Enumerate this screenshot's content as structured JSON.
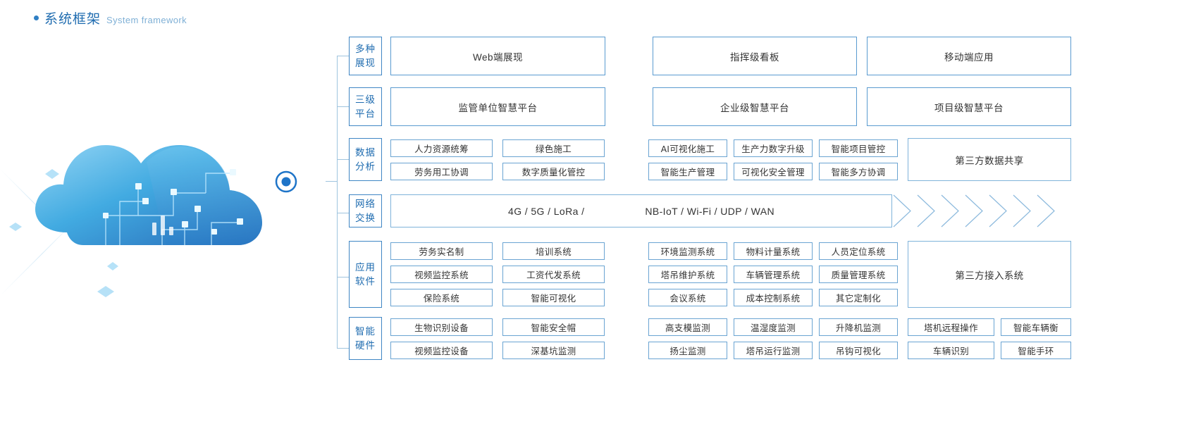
{
  "header": {
    "bullet_icon": "bullet-dot-icon",
    "title_cn": "系统框架",
    "title_en": "System framework"
  },
  "artwork": {
    "name": "cloud-network-illustration"
  },
  "rows": [
    {
      "key": "presentation",
      "label_line1": "多种",
      "label_line2": "展现",
      "boxes": [
        "Web端展现",
        "指挥级看板",
        "移动端应用"
      ]
    },
    {
      "key": "platform",
      "label_line1": "三级",
      "label_line2": "平台",
      "boxes": [
        "监管单位智慧平台",
        "企业级智慧平台",
        "项目级智慧平台"
      ]
    },
    {
      "key": "data-analysis",
      "label_line1": "数据",
      "label_line2": "分析",
      "left_grid": [
        [
          "人力资源统筹",
          "绿色施工"
        ],
        [
          "劳务用工协调",
          "数字质量化管控"
        ]
      ],
      "right_grid": [
        [
          "AI可视化施工",
          "生产力数字升级",
          "智能项目管控"
        ],
        [
          "智能生产管理",
          "可视化安全管理",
          "智能多方协调"
        ]
      ],
      "side_box": "第三方数据共享"
    },
    {
      "key": "network",
      "label_line1": "网络",
      "label_line2": "交换",
      "bar_left": "4G / 5G / LoRa /",
      "bar_right": "NB-IoT / Wi-Fi / UDP / WAN",
      "chevron_icon": "chevron-right-icon",
      "chevron_count": 7
    },
    {
      "key": "application-software",
      "label_line1": "应用",
      "label_line2": "软件",
      "left_grid": [
        [
          "劳务实名制",
          "培训系统"
        ],
        [
          "视频监控系统",
          "工资代发系统"
        ],
        [
          "保险系统",
          "智能可视化"
        ]
      ],
      "right_grid": [
        [
          "环境监测系统",
          "物料计量系统",
          "人员定位系统"
        ],
        [
          "塔吊维护系统",
          "车辆管理系统",
          "质量管理系统"
        ],
        [
          "会议系统",
          "成本控制系统",
          "其它定制化"
        ]
      ],
      "side_box": "第三方接入系统"
    },
    {
      "key": "smart-hardware",
      "label_line1": "智能",
      "label_line2": "硬件",
      "left_grid": [
        [
          "生物识别设备",
          "智能安全帽"
        ],
        [
          "视频监控设备",
          "深基坑监测"
        ]
      ],
      "right_grid": [
        [
          "高支模监测",
          "温湿度监测",
          "升降机监测"
        ],
        [
          "扬尘监测",
          "塔吊运行监测",
          "吊钩可视化"
        ]
      ],
      "far_grid": [
        [
          "塔机远程操作",
          "智能车辆衡"
        ],
        [
          "车辆识别",
          "智能手环"
        ]
      ]
    }
  ],
  "colors": {
    "accent": "#1f6cb0",
    "border": "#5a9bd0",
    "line": "#9fc4de",
    "text": "#333333"
  }
}
